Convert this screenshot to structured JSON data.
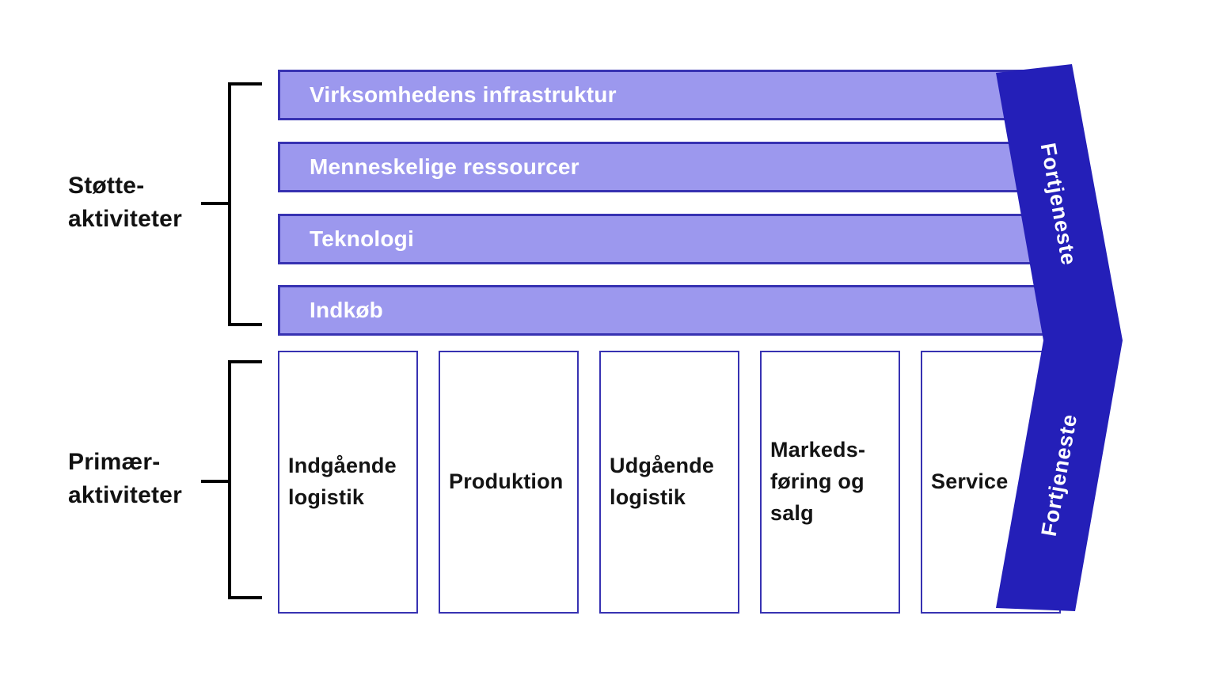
{
  "diagram": {
    "title_type": "value-chain",
    "sections": {
      "support_label": "Støtte-\naktiviteter",
      "primary_label": "Primær-\naktiviteter"
    },
    "support_activities": [
      "Virksomhedens infrastruktur",
      "Menneskelige ressourcer",
      "Teknologi",
      "Indkøb"
    ],
    "primary_activities": [
      "Indgående logistik",
      "Produktion",
      "Udgående logistik",
      "Markeds-føring og salg",
      "Service"
    ],
    "profit_band": {
      "label_top": "Fortjeneste",
      "label_bottom": "Fortjeneste"
    },
    "colors": {
      "support_bar_fill": "#9C98EE",
      "support_bar_border": "#3732B2",
      "primary_box_border": "#3732B2",
      "profit_band_fill": "#241FB8",
      "bracket_line": "#000000",
      "dark_text": "#141414",
      "light_text": "#FFFFFF"
    }
  }
}
